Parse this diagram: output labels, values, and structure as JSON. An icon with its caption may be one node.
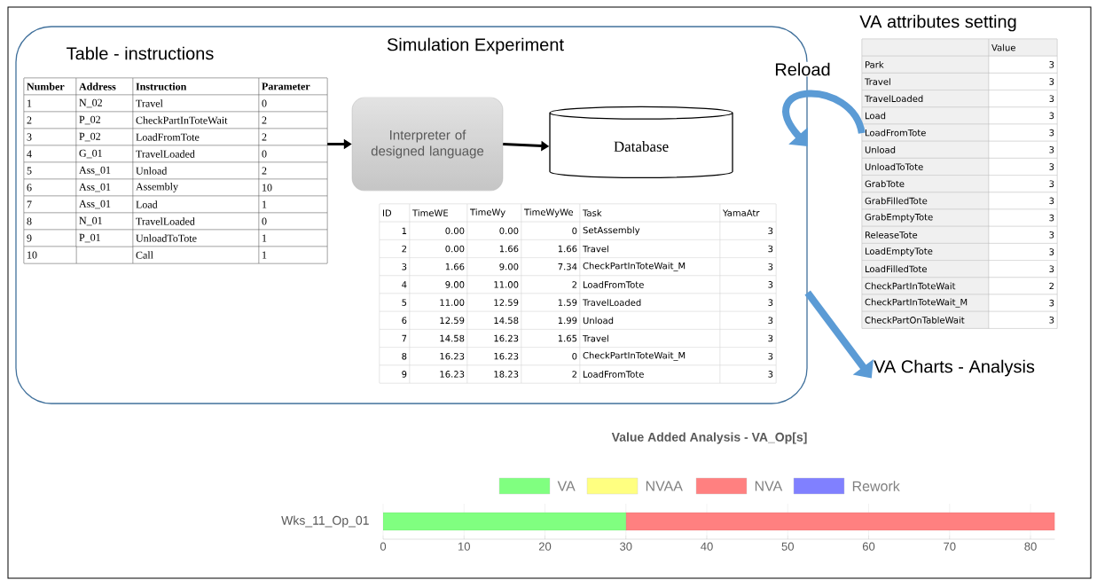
{
  "diagram": {
    "nodes": [
      {
        "text": [
          "Simulation Experiment"
        ]
      },
      {
        "text": [
          "Table - instructions",
          "Number",
          "Address",
          "Instruction",
          "Parameter",
          "1",
          "N_02",
          "Travel",
          "0",
          "2",
          "P_02",
          "CheckPartInToteWait",
          "2",
          "3",
          "P_02",
          "LoadFromTote",
          "2",
          "4",
          "G_01",
          "TravelLoaded",
          "0",
          "5",
          "Ass_01",
          "Unload",
          "2",
          "6",
          "Ass_01",
          "Assembly",
          "10",
          "7",
          "Ass_01",
          "Load",
          "1",
          "8",
          "N_01",
          "TravelLoaded",
          "0",
          "9",
          "P_01",
          "UnloadToTote",
          "1",
          "10",
          "Call",
          "1"
        ],
        "in": 0
      },
      {
        "text": [
          "Interpreter of designed language"
        ],
        "in": 0
      },
      {
        "text": [
          "Database"
        ],
        "in": 0
      },
      {
        "text": [
          "ID",
          "TimeWE",
          "TimeWy",
          "TimeWyWe",
          "Task",
          "YamaAtr",
          "1",
          "0.00",
          "0.00",
          "0",
          "SetAssembly",
          "3",
          "2",
          "0.00",
          "1.66",
          "1.66",
          "Travel",
          "3",
          "3",
          "1.66",
          "9.00",
          "7.34",
          "CheckPartInToteWait_M",
          "3",
          "4",
          "9.00",
          "11.00",
          "2",
          "LoadFromTote",
          "3",
          "5",
          "11.00",
          "12.59",
          "1.59",
          "TravelLoaded",
          "3",
          "6",
          "12.59",
          "14.58",
          "1.99",
          "Unload",
          "3",
          "7",
          "14.58",
          "16.23",
          "1.65",
          "Travel",
          "3",
          "8",
          "16.23",
          "16.23",
          "0",
          "CheckPartInToteWait_M",
          "3",
          "9",
          "16.23",
          "18.23",
          "2",
          "LoadFromTote",
          "3"
        ],
        "in": 0
      },
      {
        "text": [
          "VA attributes setting",
          "Value",
          "Park",
          "3",
          "Travel",
          "3",
          "TravelLoaded",
          "3",
          "Load",
          "3",
          "LoadFromTote",
          "3",
          "Unload",
          "3",
          "UnloadToTote",
          "3",
          "GrabTote",
          "3",
          "GrabFilledTote",
          "3",
          "GrabEmptyTote",
          "3",
          "ReleaseTote",
          "3",
          "LoadEmptyTote",
          "3",
          "LoadFilledTote",
          "3",
          "CheckPartInToteWait",
          "2",
          "CheckPartInToteWait_M",
          "3",
          "CheckPartOnTableWait",
          "3"
        ]
      },
      {
        "text": [
          "VA Charts - Analysis"
        ]
      }
    ],
    "edges": [
      {
        "from": 1,
        "to": 2,
        "arrow": "to"
      },
      {
        "from": 2,
        "to": 3,
        "arrow": "to"
      },
      {
        "from": 5,
        "to": 0,
        "arrow": "to",
        "label": "Reload",
        "style": "thick",
        "color": "#5b9bd5"
      },
      {
        "from": 0,
        "to": 6,
        "arrow": "to",
        "style": "thick",
        "color": "#5b9bd5"
      }
    ],
    "chart_data": {
      "type": "bar",
      "title": "Value Added Analysis - VA_Op[s]",
      "orientation": "horizontal",
      "stacked": true,
      "categories": [
        "Wks_11_Op_01"
      ],
      "series": [
        {
          "name": "VA",
          "color": "#80ff80",
          "values": [
            30
          ]
        },
        {
          "name": "NVAA",
          "color": "#ffff80",
          "values": [
            0
          ]
        },
        {
          "name": "NVA",
          "color": "#ff8080",
          "values": [
            53
          ]
        },
        {
          "name": "Rework",
          "color": "#8080ff",
          "values": [
            0
          ]
        }
      ],
      "legend": "top",
      "xlim": [
        0,
        83
      ],
      "xticks": [
        0,
        10,
        20,
        30,
        40,
        50,
        60,
        70,
        80
      ]
    }
  }
}
